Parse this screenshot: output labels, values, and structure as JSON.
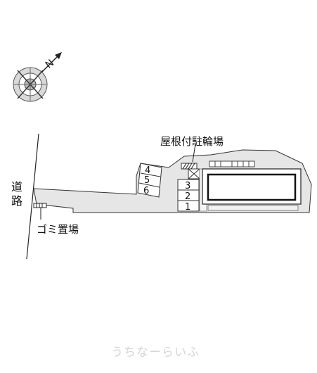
{
  "compass": {
    "north_label": "N",
    "icon": "compass-rose-icon"
  },
  "labels": {
    "road": "道\n路",
    "bicycle_parking": "屋根付駐輪場",
    "trash_area": "ゴミ置場"
  },
  "parking_spaces": {
    "upper_lot": [
      "4",
      "5",
      "6"
    ],
    "lower_lot": [
      "3",
      "2",
      "1"
    ]
  },
  "watermark": "うちなーらいふ",
  "colors": {
    "site_fill": "#e6e6e6",
    "building_fill": "#ffffff",
    "stroke": "#222222",
    "watermark": "#d6d6d6"
  }
}
